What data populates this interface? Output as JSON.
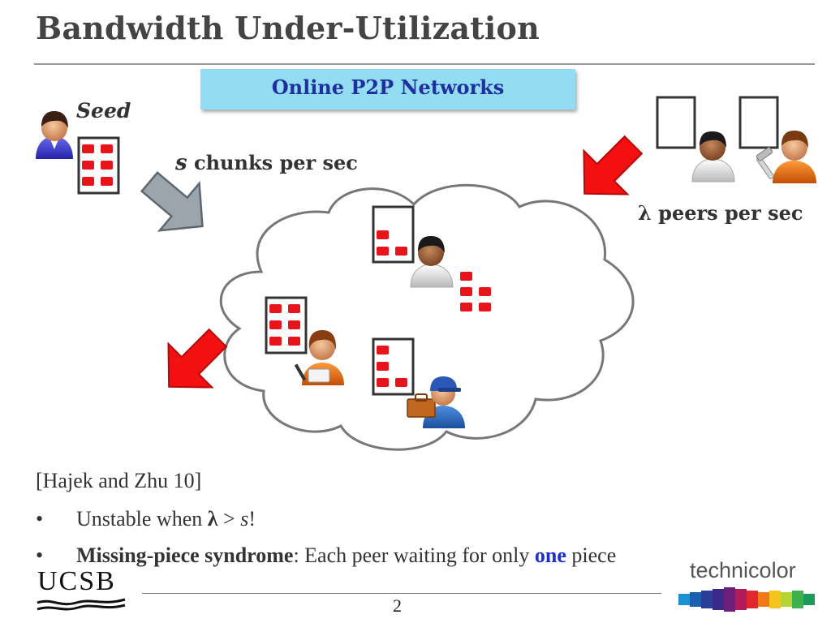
{
  "slide": {
    "title": "Bandwidth Under-Utilization",
    "banner": "Online P2P Networks",
    "page_number": "2"
  },
  "labels": {
    "seed": "Seed",
    "chunk_rate_symbol": "s",
    "chunk_rate_text": " chunks per sec",
    "peer_rate_symbol": "λ",
    "peer_rate_text": " peers per sec"
  },
  "body": {
    "reference": "[Hajek and Zhu 10]",
    "bullet1": {
      "prefix": "Unstable when ",
      "lambda": "λ",
      "op": " > ",
      "s": "s",
      "suffix": "!"
    },
    "bullet2": {
      "term": "Missing-piece syndrome",
      "colon_text": ": Each peer waiting for only ",
      "highlight": "one",
      "suffix": " piece"
    }
  },
  "logos": {
    "left": "UCSB",
    "right": "technicolor"
  },
  "colors": {
    "chunk_red": "#e8141c",
    "arrow_red": "#f21010",
    "arrow_grey": "#9aa5ad",
    "banner_bg": "#92ddf2",
    "banner_text": "#1f2fa0",
    "highlight_blue": "#1f2fcc"
  },
  "icons": [
    "seed-user-icon",
    "peer-user-icon",
    "handyman-icon",
    "businessman-icon",
    "writer-icon",
    "mechanic-icon",
    "incoming-arrow-icon",
    "outgoing-arrow-icon",
    "upload-arrow-icon"
  ]
}
